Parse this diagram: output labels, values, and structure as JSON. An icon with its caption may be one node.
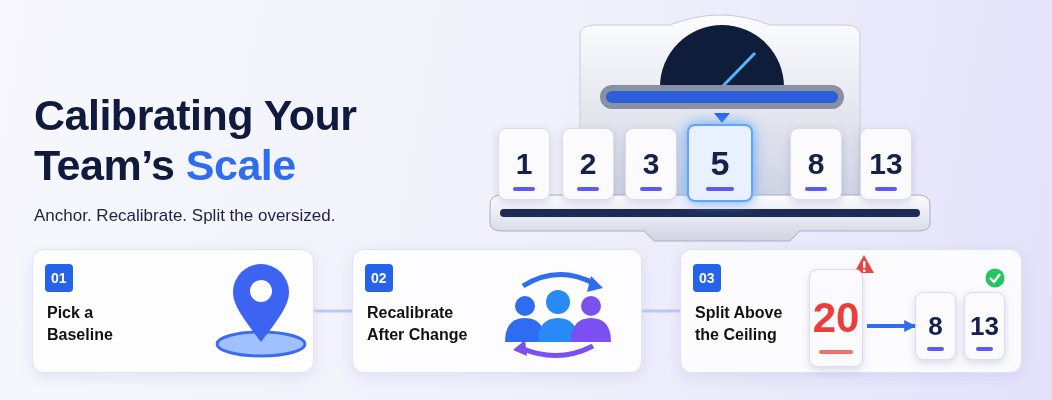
{
  "diagram": {
    "title": "Calibrating Your Team’s Scale",
    "nodes": [
      {
        "text": [
          "01",
          "Pick a Baseline"
        ]
      },
      {
        "text": [
          "02",
          "Recalibrate After Change"
        ]
      },
      {
        "text": [
          "03",
          "Split Above the Ceiling"
        ]
      },
      {
        "text": [
          "20"
        ],
        "in": 2
      },
      {
        "text": [
          "8"
        ],
        "in": 2
      },
      {
        "text": [
          "13"
        ],
        "in": 2
      },
      {
        "text": [
          "1"
        ]
      },
      {
        "text": [
          "2"
        ]
      },
      {
        "text": [
          "3"
        ]
      },
      {
        "text": [
          "5"
        ]
      },
      {
        "text": [
          "8"
        ]
      },
      {
        "text": [
          "13"
        ]
      }
    ],
    "edges": [
      {
        "from": 0,
        "to": 1,
        "arrow": "none"
      },
      {
        "from": 1,
        "to": 2,
        "arrow": "none"
      },
      {
        "from": 3,
        "to": 4,
        "arrow": "to",
        "color": "#2f6df0"
      }
    ],
    "labels": [
      "Anchor. Recalibrate. Split the oversized."
    ]
  }
}
